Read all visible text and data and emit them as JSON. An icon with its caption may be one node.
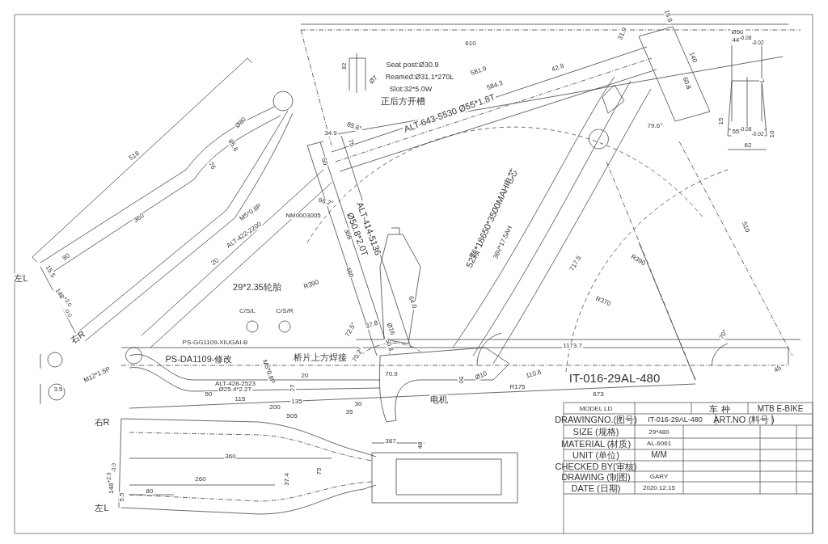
{
  "diagram": {
    "labels": [
      "610",
      "19.9",
      "32",
      "Seat post:Ø30.9",
      "Reamed:Ø31.1*270L",
      "Slot:32*5.0W",
      "正后方开槽",
      "Ø7",
      "581.9",
      "42.9",
      "31.9",
      "584.3",
      "ALT-643-5530  Ø55*1.8T",
      "140",
      "60.8",
      "85.6°",
      "34.9",
      "75",
      "79.6°",
      "50",
      "66.2°",
      "ALT-414-5136",
      "Ø50.8*2.0T",
      "308",
      "M5*0.8P",
      "NM0003005",
      "518",
      "Ø80",
      "85.6",
      "76",
      "360",
      "80",
      "20",
      "ALT-422-2200",
      "左L",
      "15.5",
      "148$^{+2.0}$$_{-0.0}$",
      "右R",
      "480",
      "29*2.35轮胎",
      "R390",
      "64.0",
      "C/S/L",
      "C/S/R",
      "72.5°",
      "37.8",
      "Ø16",
      "50.8",
      "70.2°",
      "PS-GG1109-XIUGAI-B",
      "PS-DA1109-修改",
      "桥片上方焊接",
      "M12*1.5P",
      "3.5",
      "ALT-428-2523",
      "Ø25.4*2.2T",
      "M5*0.8P",
      "20",
      "27",
      "70.9",
      "50",
      "Ø10",
      "110.6",
      "R175",
      "50",
      "115",
      "135",
      "30",
      "200",
      "35",
      "505",
      "电机",
      "1173.7",
      "IT-016-29AL-480",
      "673",
      "45",
      "70°",
      "R370",
      "R390",
      "717.5",
      "510",
      "右R",
      "387",
      "48",
      "148$^{+2.0}$$_{-0.0}$",
      "360",
      "75",
      "260",
      "37.4",
      "80",
      "5.5",
      "左L",
      "52颗*18650*3500MAH电芯",
      "36V*17.5AH",
      "Ø50",
      "44$^{-0.08}$$_{-0.02}$",
      "L",
      "15",
      "55$^{-0.08}$$_{-0.02}$",
      "10",
      "62",
      "MODEL LD",
      "车 种",
      "MTB E-BIKE",
      "DRAWINGNO.(图号)",
      "IT-016-29AL-480",
      "ART.NO (料号 )",
      "SIZE (规格)",
      "29*480",
      "MATERIAL (材质)",
      "AL-6061",
      "UNIT (单位)",
      "M/M",
      "CHECKED BY(审核)",
      "DRAWING (制图)",
      "GARY",
      "DATE (日期)",
      "2020.12.15"
    ]
  }
}
